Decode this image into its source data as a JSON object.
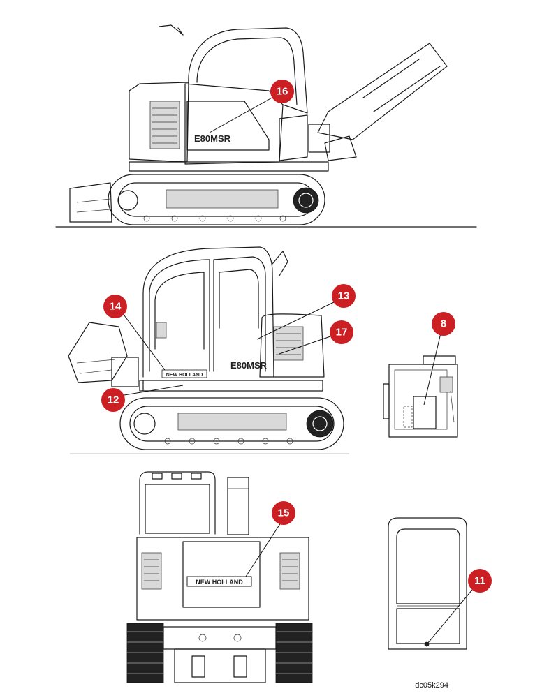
{
  "drawing_ref": "dc05k294",
  "decals": {
    "brand_side": "NEW HOLLAND",
    "brand_rear": "NEW HOLLAND",
    "model_top": "E80MSR",
    "model_mid": "E80MSR"
  },
  "callouts": [
    {
      "id": "16",
      "label": "16"
    },
    {
      "id": "14",
      "label": "14"
    },
    {
      "id": "13",
      "label": "13"
    },
    {
      "id": "17",
      "label": "17"
    },
    {
      "id": "12",
      "label": "12"
    },
    {
      "id": "8",
      "label": "8"
    },
    {
      "id": "15",
      "label": "15"
    },
    {
      "id": "11",
      "label": "11"
    }
  ]
}
